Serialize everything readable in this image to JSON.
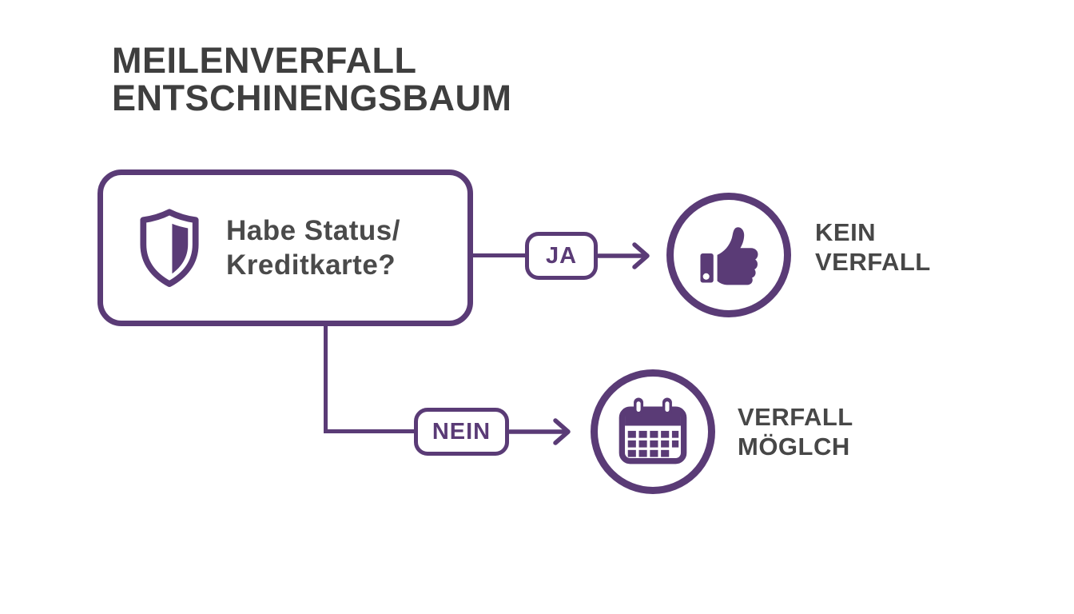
{
  "colors": {
    "purple": "#5a3b76",
    "title_text": "#3e3e3e",
    "body_text": "#4a4a4a",
    "label_text": "#474747",
    "background": "#ffffff"
  },
  "title": {
    "line1": "MEILENVERFALL",
    "line2": "ENTSCHINENGSBAUM"
  },
  "decision": {
    "icon": "shield-icon",
    "question_line1": "Habe Status/",
    "question_line2": "Kreditkarte?"
  },
  "yes_branch": {
    "label": "JA",
    "icon": "thumbs-up-icon",
    "result_line1": "KEIN",
    "result_line2": "VERFALL"
  },
  "no_branch": {
    "label": "NEIN",
    "icon": "calendar-icon",
    "result_line1": "VERFALL",
    "result_line2": "MÖGLCH"
  }
}
